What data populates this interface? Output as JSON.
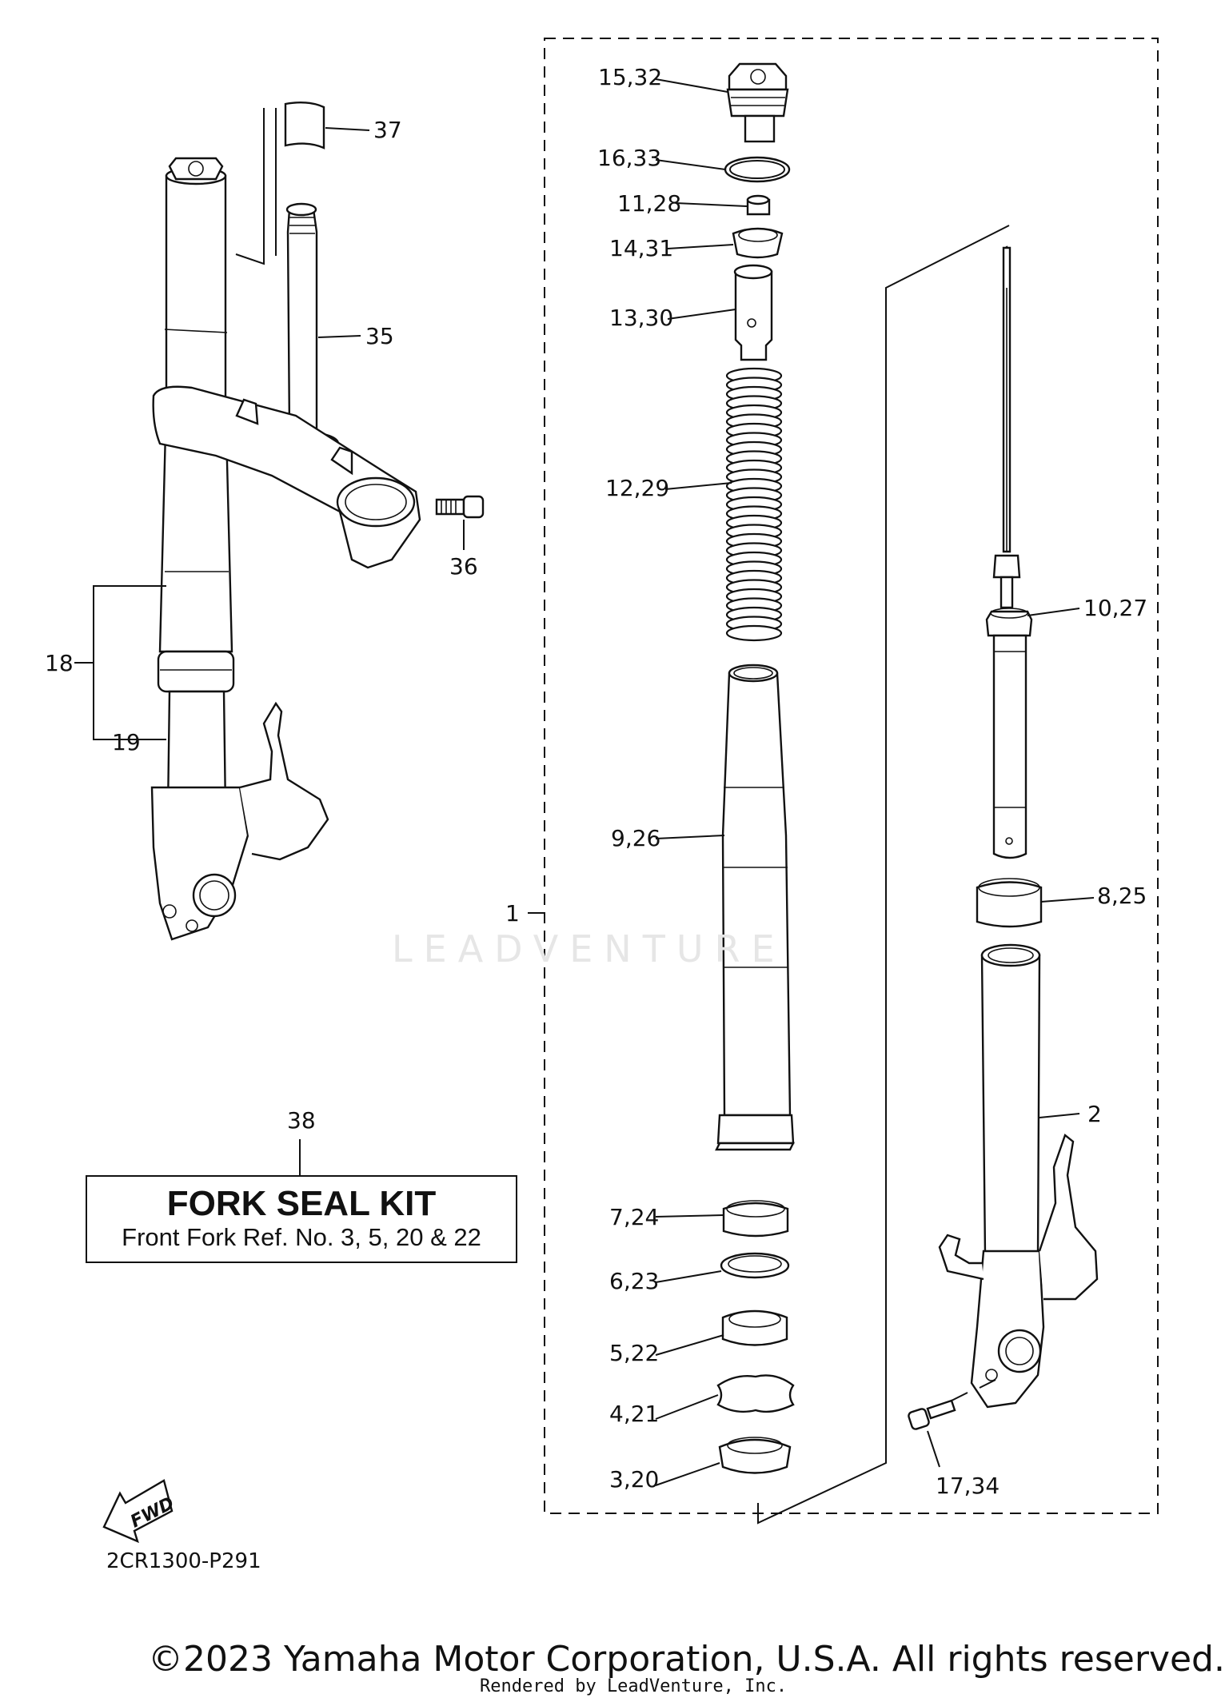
{
  "watermark_text": "LEADVENTURE",
  "callouts": [
    {
      "id": "c37",
      "text": "37"
    },
    {
      "id": "c35",
      "text": "35"
    },
    {
      "id": "c36",
      "text": "36"
    },
    {
      "id": "c18",
      "text": "18"
    },
    {
      "id": "c19",
      "text": "19"
    },
    {
      "id": "c38",
      "text": "38"
    },
    {
      "id": "c1",
      "text": "1"
    },
    {
      "id": "c15_32",
      "text": "15,32"
    },
    {
      "id": "c16_33",
      "text": "16,33"
    },
    {
      "id": "c11_28",
      "text": "11,28"
    },
    {
      "id": "c14_31",
      "text": "14,31"
    },
    {
      "id": "c13_30",
      "text": "13,30"
    },
    {
      "id": "c12_29",
      "text": "12,29"
    },
    {
      "id": "c9_26",
      "text": "9,26"
    },
    {
      "id": "c7_24",
      "text": "7,24"
    },
    {
      "id": "c6_23",
      "text": "6,23"
    },
    {
      "id": "c5_22",
      "text": "5,22"
    },
    {
      "id": "c4_21",
      "text": "4,21"
    },
    {
      "id": "c3_20",
      "text": "3,20"
    },
    {
      "id": "c10_27",
      "text": "10,27"
    },
    {
      "id": "c8_25",
      "text": "8,25"
    },
    {
      "id": "c2",
      "text": "2"
    },
    {
      "id": "c17_34",
      "text": "17,34"
    }
  ],
  "kit": {
    "title": "FORK SEAL KIT",
    "subtitle": "Front Fork Ref. No. 3, 5, 20 & 22"
  },
  "fwd_label": "FWD",
  "diagram_code": "2CR1300-P291",
  "copyright": "©2023 Yamaha Motor Corporation, U.S.A. All rights reserved.",
  "rendered_by": "Rendered by LeadVenture, Inc."
}
